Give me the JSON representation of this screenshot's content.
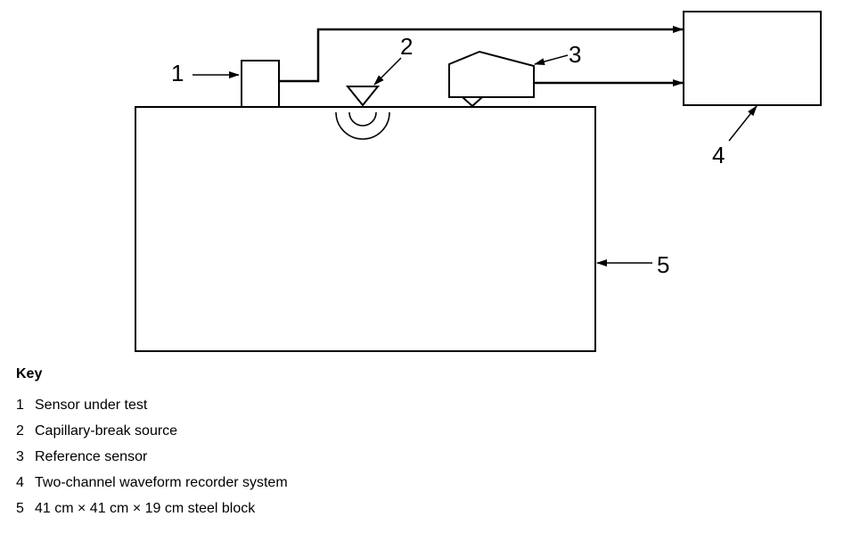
{
  "diagram": {
    "callouts": [
      "1",
      "2",
      "3",
      "4",
      "5"
    ]
  },
  "key": {
    "title": "Key",
    "items": [
      {
        "number": "1",
        "text": "Sensor under test"
      },
      {
        "number": "2",
        "text": "Capillary-break source"
      },
      {
        "number": "3",
        "text": "Reference sensor"
      },
      {
        "number": "4",
        "text": "Two-channel waveform recorder system"
      },
      {
        "number": "5",
        "text": "41 cm × 41 cm × 19 cm steel block"
      }
    ]
  }
}
